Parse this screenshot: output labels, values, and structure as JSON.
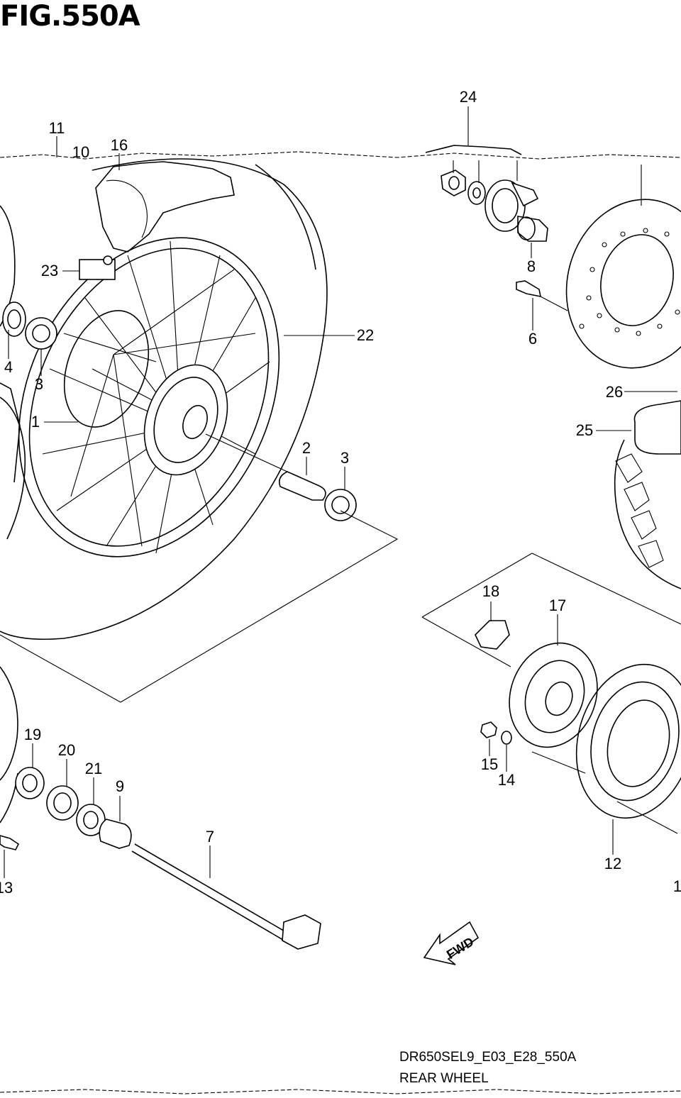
{
  "figure": {
    "title": "FIG.550A",
    "drawing_code": "DR650SEL9_E03_E28_550A",
    "caption": "REAR WHEEL",
    "direction_label": "FWD"
  },
  "callouts": [
    {
      "id": "c11",
      "text": "11"
    },
    {
      "id": "c10",
      "text": "10"
    },
    {
      "id": "c16",
      "text": "16"
    },
    {
      "id": "c23",
      "text": "23"
    },
    {
      "id": "c4",
      "text": "4"
    },
    {
      "id": "c3a",
      "text": "3"
    },
    {
      "id": "c1",
      "text": "1"
    },
    {
      "id": "c22",
      "text": "22"
    },
    {
      "id": "c2",
      "text": "2"
    },
    {
      "id": "c3b",
      "text": "3"
    },
    {
      "id": "c24",
      "text": "24"
    },
    {
      "id": "c8",
      "text": "8"
    },
    {
      "id": "c6",
      "text": "6"
    },
    {
      "id": "c26",
      "text": "26"
    },
    {
      "id": "c25",
      "text": "25"
    },
    {
      "id": "c18",
      "text": "18"
    },
    {
      "id": "c17",
      "text": "17"
    },
    {
      "id": "c15",
      "text": "15"
    },
    {
      "id": "c14",
      "text": "14"
    },
    {
      "id": "c12",
      "text": "12"
    },
    {
      "id": "c19",
      "text": "19"
    },
    {
      "id": "c20",
      "text": "20"
    },
    {
      "id": "c21",
      "text": "21"
    },
    {
      "id": "c9",
      "text": "9"
    },
    {
      "id": "c7",
      "text": "7"
    },
    {
      "id": "c13",
      "text": "13"
    },
    {
      "id": "c1b",
      "text": "1"
    }
  ]
}
